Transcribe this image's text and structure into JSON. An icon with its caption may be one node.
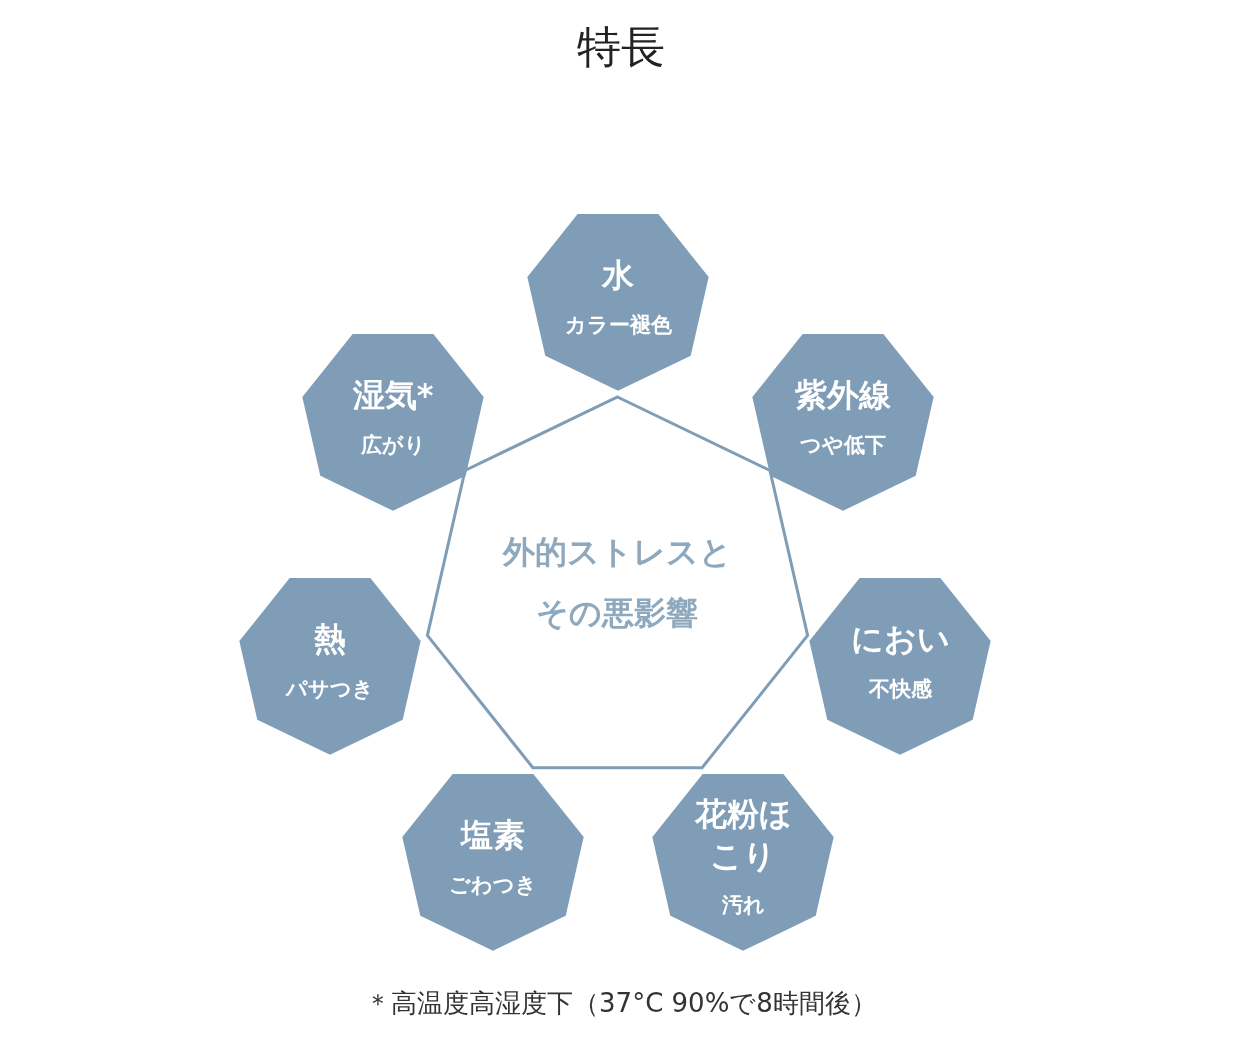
{
  "diagram": {
    "title": "特長",
    "caption": "＊高温度高湿度下（37°C 90%で8時間後）",
    "nodes": [
      {
        "text": [
          "外的ストレスとその悪影響"
        ]
      },
      {
        "text": [
          "水",
          "カラー褪色"
        ]
      },
      {
        "text": [
          "紫外線",
          "つや低下"
        ]
      },
      {
        "text": [
          "におい",
          "不快感"
        ]
      },
      {
        "text": [
          "花粉ほこり",
          "汚れ"
        ]
      },
      {
        "text": [
          "塩素",
          "ごわつき"
        ]
      },
      {
        "text": [
          "熱",
          "パサつき"
        ]
      },
      {
        "text": [
          "湿気*",
          "広がり"
        ]
      }
    ]
  }
}
